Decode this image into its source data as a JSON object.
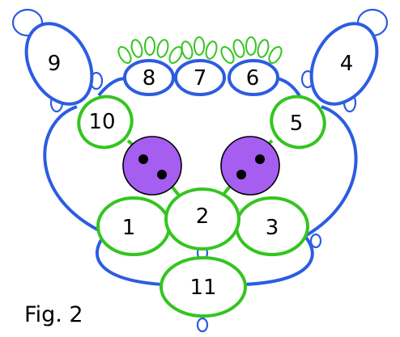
{
  "caption": "Fig. 2",
  "ring_labels": {
    "r1": "1",
    "r2": "2",
    "r3": "3",
    "r4": "4",
    "r5": "5",
    "r6": "6",
    "r7": "7",
    "r8": "8",
    "r9": "9",
    "r10": "10",
    "r11": "11"
  },
  "colors": {
    "chain": "#2c5ce0",
    "ring": "#34c51f",
    "bead": "#a65ef1",
    "bead_dot": "#000000",
    "background": "#ffffff"
  }
}
